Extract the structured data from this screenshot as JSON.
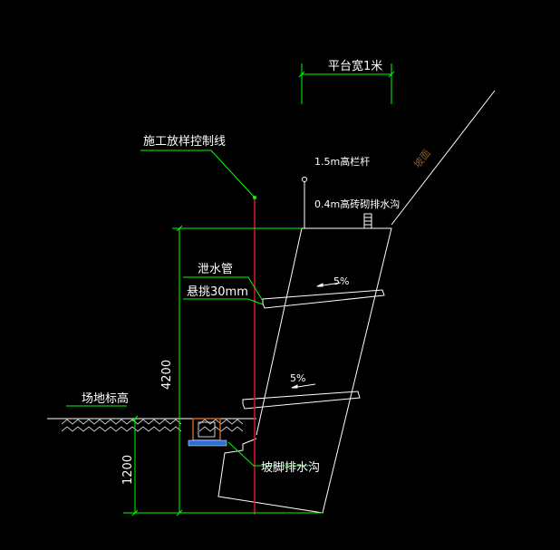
{
  "labels": {
    "platform_width": "平台宽1米",
    "layout_control_line": "施工放样控制线",
    "railing": "1.5m高栏杆",
    "top_drain": "0.4m高砖砌排水沟",
    "slope": "坡面",
    "drain_pipe": "泄水管",
    "overhang": "悬挑30mm",
    "slope_1": "5%",
    "slope_2": "5%",
    "site_elevation": "场地标高",
    "toe_drain": "坡脚排水沟"
  },
  "dimensions": {
    "height_total": "4200",
    "height_below": "1200"
  },
  "colors": {
    "background": "#000000",
    "wall": "#ffffff",
    "control_line": "#e0102a",
    "leader": "#00ff00",
    "slope_text": "#8b5a2b",
    "hatch": "#ffffff",
    "drain_fill": "#2a6fd6",
    "drain_wall": "#c8641e"
  }
}
